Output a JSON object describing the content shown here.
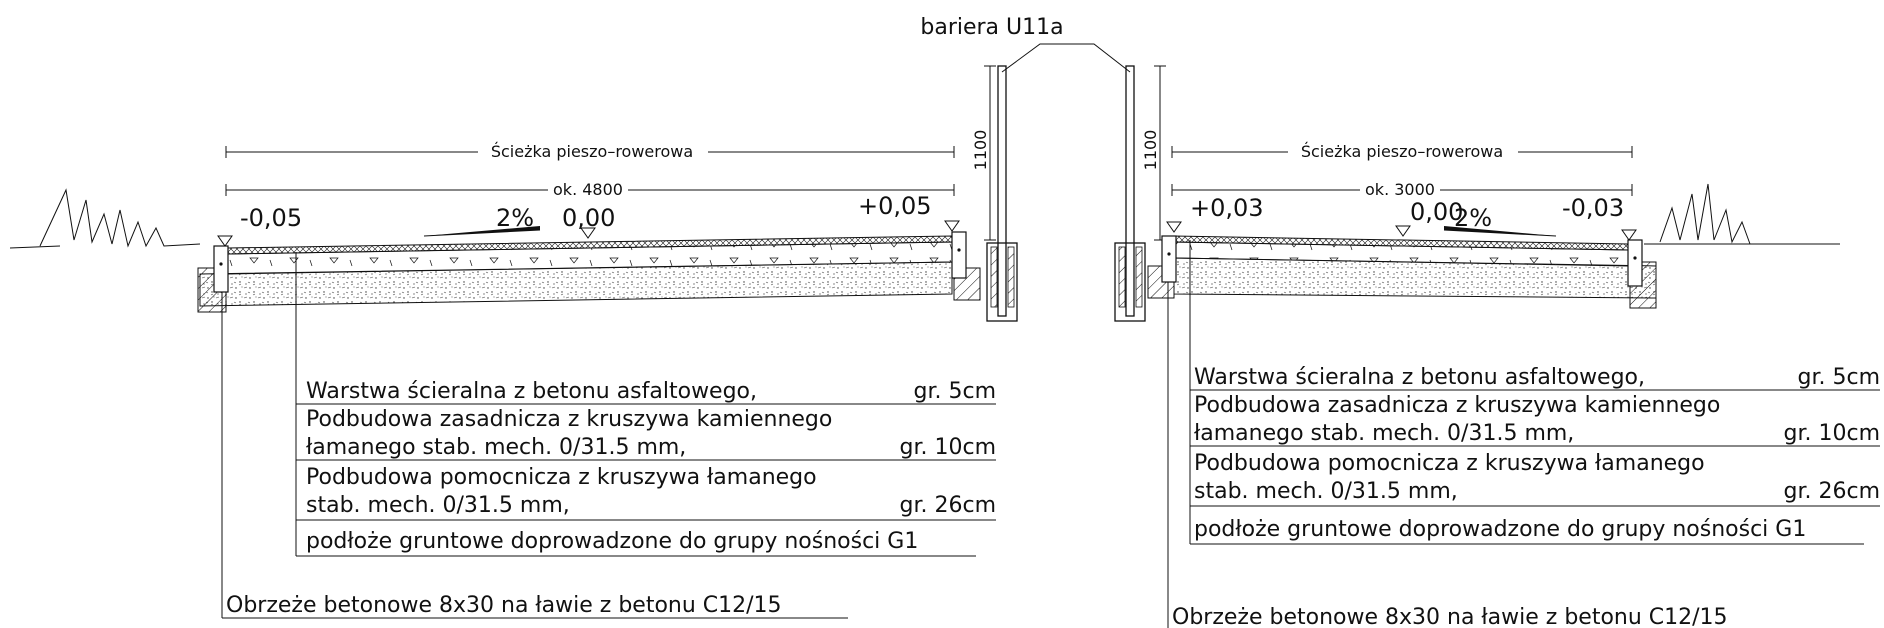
{
  "barrier": {
    "label": "bariera U11a",
    "height_left": "1100",
    "height_right": "1100"
  },
  "left": {
    "path_label": "Ścieżka pieszo–rowerowa",
    "width_label": "ok. 4800",
    "elev_outer": "-0,05",
    "elev_mid": "0,00",
    "elev_inner": "+0,05",
    "slope": "2%",
    "layers": [
      {
        "lines": [
          "Warstwa ścieralna z betonu asfaltowego,"
        ],
        "thickness": "gr. 5cm"
      },
      {
        "lines": [
          "Podbudowa zasadnicza z kruszywa kamiennego",
          "łamanego stab. mech. 0/31.5 mm,"
        ],
        "thickness": "gr. 10cm"
      },
      {
        "lines": [
          "Podbudowa pomocnicza z kruszywa łamanego",
          "stab. mech. 0/31.5 mm,"
        ],
        "thickness": "gr. 26cm"
      },
      {
        "lines": [
          "podłoże gruntowe doprowadzone do grupy nośności G1"
        ],
        "thickness": ""
      }
    ],
    "curb_note": "Obrzeże betonowe 8x30 na ławie z betonu C12/15"
  },
  "right": {
    "path_label": "Ścieżka pieszo–rowerowa",
    "width_label": "ok. 3000",
    "elev_inner": "+0,03",
    "elev_mid": "0,00",
    "elev_outer": "-0,03",
    "slope": "2%",
    "layers": [
      {
        "lines": [
          "Warstwa ścieralna z betonu asfaltowego,"
        ],
        "thickness": "gr. 5cm"
      },
      {
        "lines": [
          "Podbudowa zasadnicza z kruszywa kamiennego",
          "łamanego stab. mech. 0/31.5 mm,"
        ],
        "thickness": "gr. 10cm"
      },
      {
        "lines": [
          "Podbudowa pomocnicza z kruszywa łamanego",
          "stab. mech. 0/31.5 mm,"
        ],
        "thickness": "gr. 26cm"
      },
      {
        "lines": [
          "podłoże gruntowe doprowadzone do grupy nośności G1"
        ],
        "thickness": ""
      }
    ],
    "curb_note": "Obrzeże betonowe 8x30 na ławie z betonu C12/15"
  }
}
